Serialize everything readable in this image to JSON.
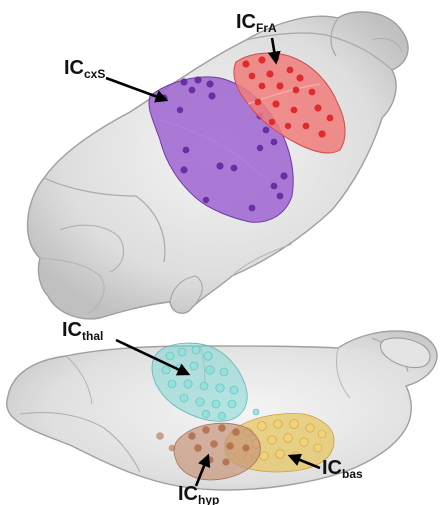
{
  "figure": {
    "top_panel": {
      "label_cxs": {
        "main": "IC",
        "sub": "cxS"
      },
      "label_fra": {
        "main": "IC",
        "sub": "FrA"
      },
      "colors": {
        "cxs": "#9a5fcf",
        "fra": "#f07d7d"
      }
    },
    "bottom_panel": {
      "label_thal": {
        "main": "IC",
        "sub": "thal"
      },
      "label_hyp": {
        "main": "IC",
        "sub": "hyp"
      },
      "label_bas": {
        "main": "IC",
        "sub": "bas"
      },
      "colors": {
        "thal": "#7fd6d4",
        "hyp": "#c8957a",
        "bas": "#e6c35a"
      }
    },
    "brain_color": "#d9d9d9"
  }
}
